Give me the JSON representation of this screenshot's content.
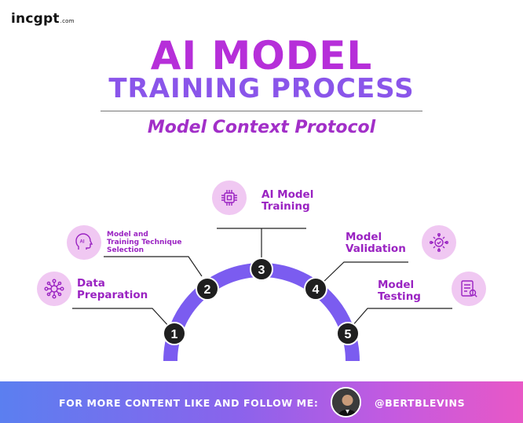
{
  "brand": {
    "name": "incgpt",
    "suffix": ".com"
  },
  "title": {
    "line1": "AI MODEL",
    "line2": "TRAINING PROCESS",
    "subtitle": "Model Context Protocol"
  },
  "steps": [
    {
      "number": "1",
      "label": "Data\nPreparation",
      "icon": "data-network-icon"
    },
    {
      "number": "2",
      "label": "Model and\nTraining Technique\nSelection",
      "icon": "ai-head-icon"
    },
    {
      "number": "3",
      "label": "AI Model\nTraining",
      "icon": "ai-chip-icon"
    },
    {
      "number": "4",
      "label": "Model\nValidation",
      "icon": "validation-gear-icon"
    },
    {
      "number": "5",
      "label": "Model\nTesting",
      "icon": "test-document-icon"
    }
  ],
  "footer": {
    "cta": "FOR MORE CONTENT LIKE AND FOLLOW ME:",
    "handle": "@BERTBLEVINS"
  },
  "colors": {
    "arc": "#7b5cf0",
    "label": "#9a23c2",
    "icon_bg": "#f0c8f2",
    "badge": "#1f1f1f",
    "title1": "#b62fd9",
    "title2": "#8a55ea"
  }
}
